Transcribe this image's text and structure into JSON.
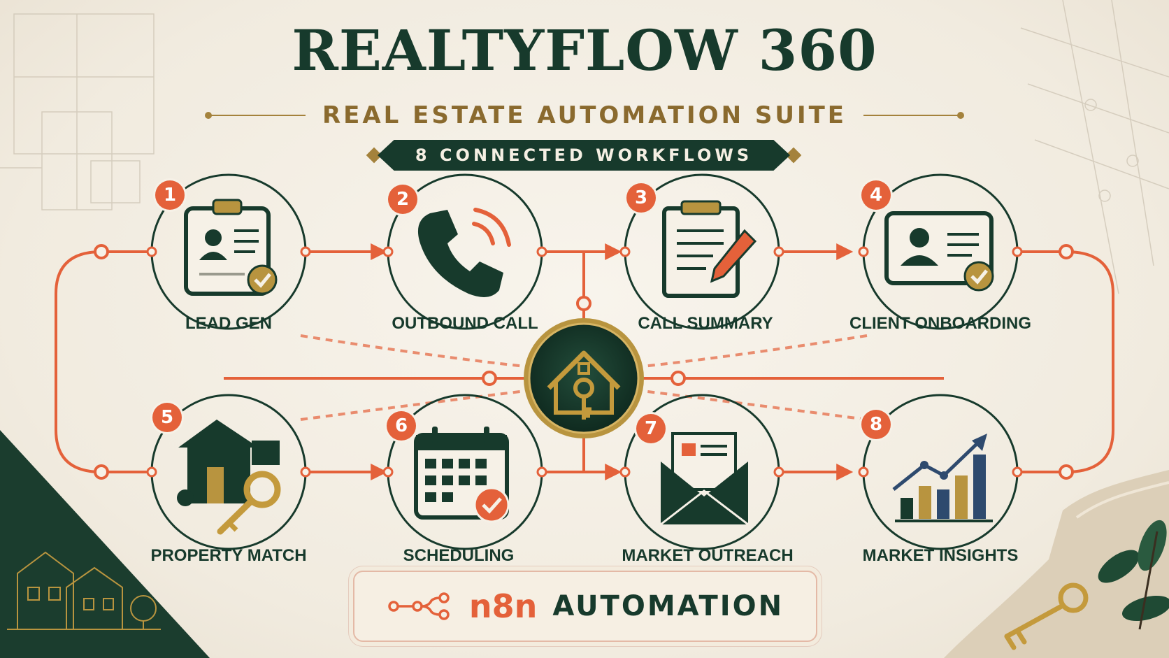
{
  "header": {
    "title": "REALTYFLOW 360",
    "subtitle": "REAL ESTATE AUTOMATION SUITE",
    "banner": "8 CONNECTED WORKFLOWS"
  },
  "workflows": [
    {
      "number": "1",
      "label": "LEAD GEN",
      "icon": "clipboard-profile-icon"
    },
    {
      "number": "2",
      "label": "OUTBOUND CALL",
      "icon": "phone-icon"
    },
    {
      "number": "3",
      "label": "CALL SUMMARY",
      "icon": "notepad-pencil-icon"
    },
    {
      "number": "4",
      "label": "CLIENT ONBOARDING",
      "icon": "id-card-check-icon"
    },
    {
      "number": "5",
      "label": "PROPERTY MATCH",
      "icon": "house-key-icon"
    },
    {
      "number": "6",
      "label": "SCHEDULING",
      "icon": "calendar-check-icon"
    },
    {
      "number": "7",
      "label": "MARKET OUTREACH",
      "icon": "envelope-letter-icon"
    },
    {
      "number": "8",
      "label": "MARKET INSIGHTS",
      "icon": "bar-chart-trend-icon"
    }
  ],
  "hub": {
    "icon": "house-key-hub-icon"
  },
  "footer": {
    "brand": "n8n",
    "label": "AUTOMATION",
    "icon": "n8n-node-logo-icon"
  },
  "colors": {
    "dark_green": "#173a2c",
    "accent_orange": "#e4613a",
    "gold": "#b8943f",
    "background": "#f3ede2"
  }
}
